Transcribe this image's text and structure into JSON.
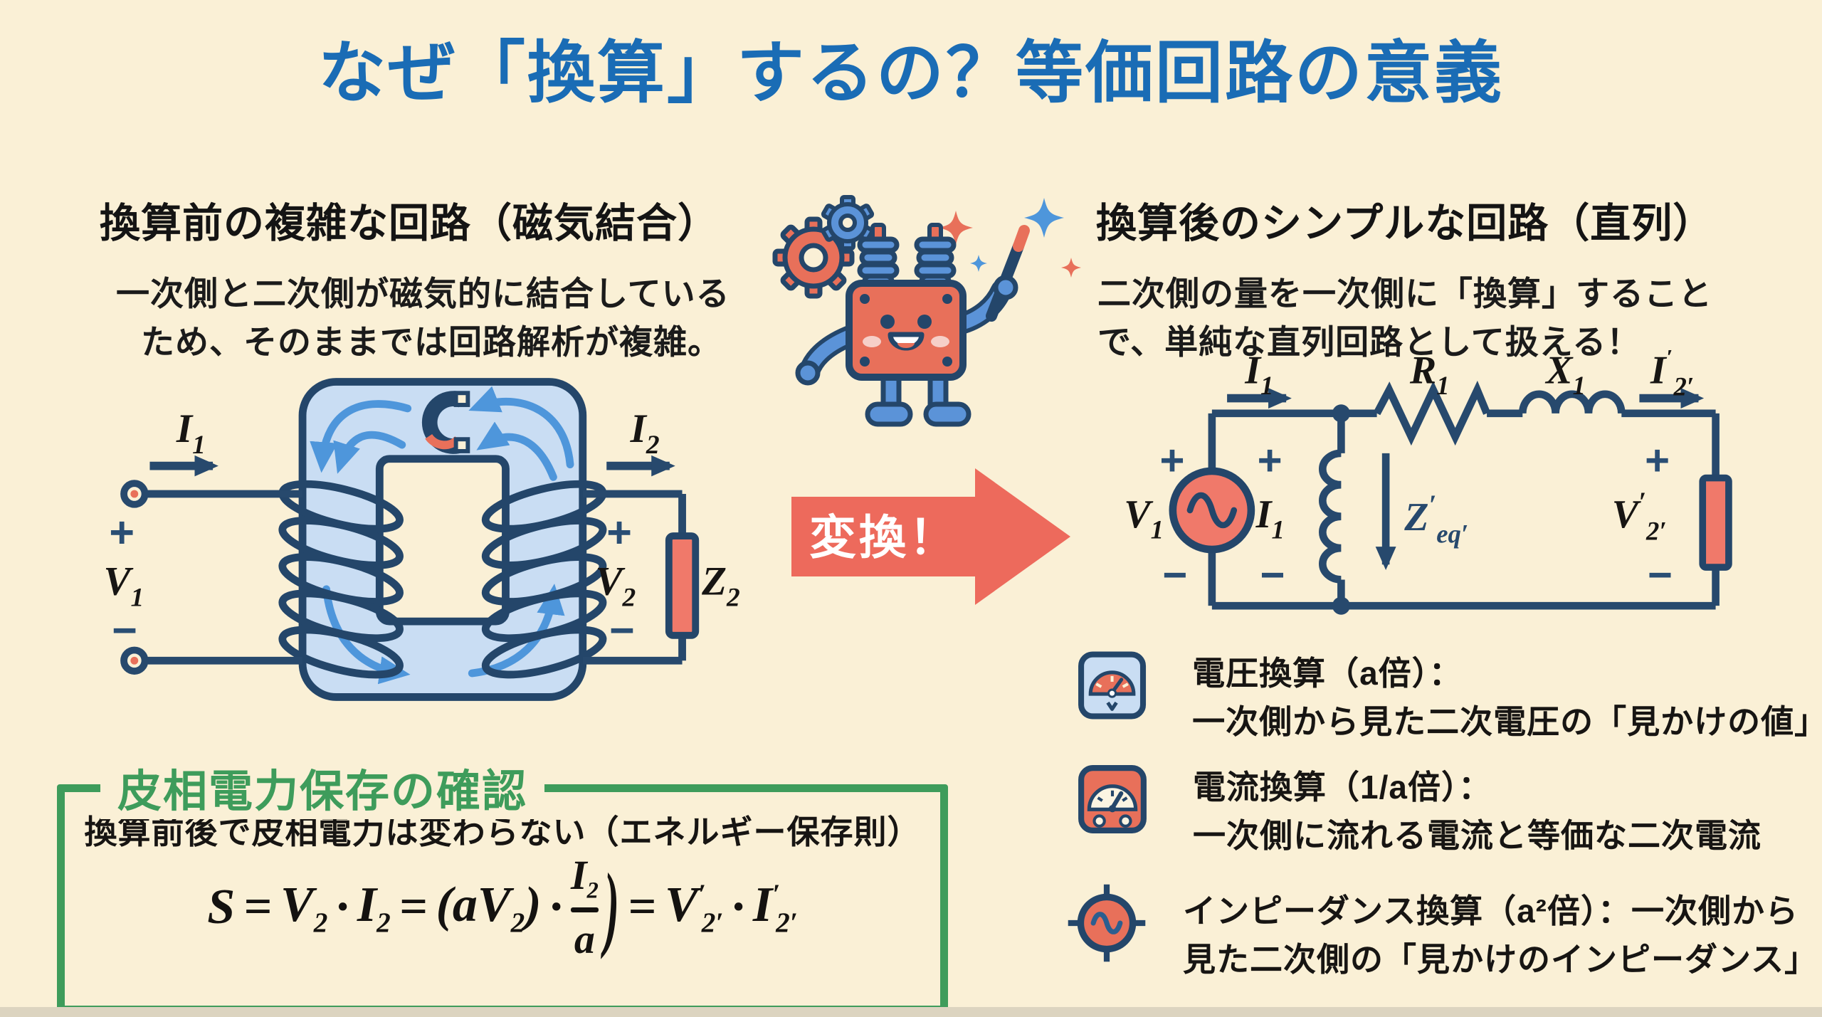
{
  "page": {
    "title": "なぜ「換算」するの？等価回路の意義"
  },
  "colors": {
    "background": "#FAF0D6",
    "title_blue": "#1A6CB5",
    "navy": "#27496D",
    "salmon": "#E8705A",
    "core_light_blue": "#C9DDF3",
    "flux_blue": "#4E96DB",
    "robot_blue": "#5B93D8",
    "green": "#3E9C5B",
    "black": "#171513",
    "white": "#FFFFFF"
  },
  "left": {
    "heading": "換算前の複雑な回路（磁気結合）",
    "body1": "一次側と二次側が磁気的に結合している",
    "body2": "ため、そのままでは回路解析が複雑。",
    "labels": {
      "i1_base": "I",
      "i1_sub": "1",
      "v1_base": "V",
      "v1_sub": "1",
      "i2_base": "I",
      "i2_sub": "2",
      "v2_base": "V",
      "v2_sub": "2",
      "z2_base": "Z",
      "z2_sub": "2",
      "plus": "+",
      "minus": "−"
    }
  },
  "middle": {
    "arrow_label": "変換！"
  },
  "right": {
    "heading": "換算後のシンプルな回路（直列）",
    "body1": "二次側の量を一次側に「換算」すること",
    "body2": "で、単純な直列回路として扱える！",
    "labels": {
      "i1_base": "I",
      "i1_sub": "1",
      "r1_base": "R",
      "r1_sub": "1",
      "x1_base": "X",
      "x1_sub": "1",
      "i2p_base": "I",
      "i2p_sup": "′",
      "i2p_sub": "2′",
      "v1_base": "V",
      "v1_sub": "1",
      "iin_base": "I",
      "iin_sub": "1",
      "zeq_base": "Z",
      "zeq_sup": "′",
      "zeq_sub": "eq′",
      "v2p_base": "V",
      "v2p_sup": "′",
      "v2p_sub": "2′",
      "plus": "+",
      "minus": "−"
    }
  },
  "legend": {
    "items": [
      {
        "title": "電圧換算（a倍）：",
        "desc": "一次側から見た二次電圧の「見かけの値」"
      },
      {
        "title": "電流換算（1/a倍）：",
        "desc": "一次側に流れる電流と等価な二次電流"
      },
      {
        "title": "インピーダンス換算（a²倍）：一次側から",
        "desc": "見た二次側の「見かけのインピーダンス」"
      }
    ]
  },
  "power_box": {
    "title": "皮相電力保存の確認",
    "subtitle": "換算前後で皮相電力は変わらない（エネルギー保存則）",
    "formula": {
      "s": "S",
      "eq1": "=",
      "v2": "V",
      "v2s": "2",
      "dot1": "·",
      "i2": "I",
      "i2s": "2",
      "eq2": "=",
      "open": "(",
      "a1": "a",
      "v2b": "V",
      "v2bs": "2",
      "close": ")",
      "dot2": "·",
      "num": "I",
      "nums": "2",
      "den": "a",
      "bigclose": ")",
      "eq3": "=",
      "v2p": "V",
      "v2pp": "′",
      "v2ps": "2′",
      "dot3": "·",
      "i2p": "I",
      "i2pp": "′",
      "i2ps": "2′"
    }
  }
}
